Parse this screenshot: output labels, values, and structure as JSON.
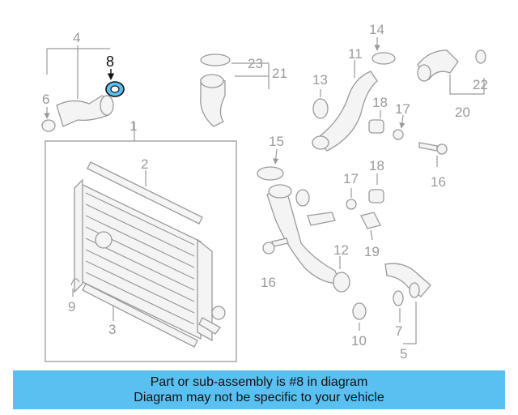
{
  "callouts": {
    "c1": "1",
    "c2": "2",
    "c3": "3",
    "c4": "4",
    "c5": "5",
    "c6": "6",
    "c7": "7",
    "c8": "8",
    "c9": "9",
    "c10": "10",
    "c11": "11",
    "c12": "12",
    "c13": "13",
    "c14": "14",
    "c15": "15",
    "c16a": "16",
    "c16b": "16",
    "c17a": "17",
    "c17b": "17",
    "c18a": "18",
    "c18b": "18",
    "c19": "19",
    "c20": "20",
    "c21": "21",
    "c22": "22",
    "c23": "23"
  },
  "highlight": {
    "part_number": "8",
    "color": "#5ac0f2"
  },
  "banner": {
    "line1": "Part or sub-assembly is #8 in diagram",
    "line2": "Diagram may not be specific to your vehicle"
  }
}
